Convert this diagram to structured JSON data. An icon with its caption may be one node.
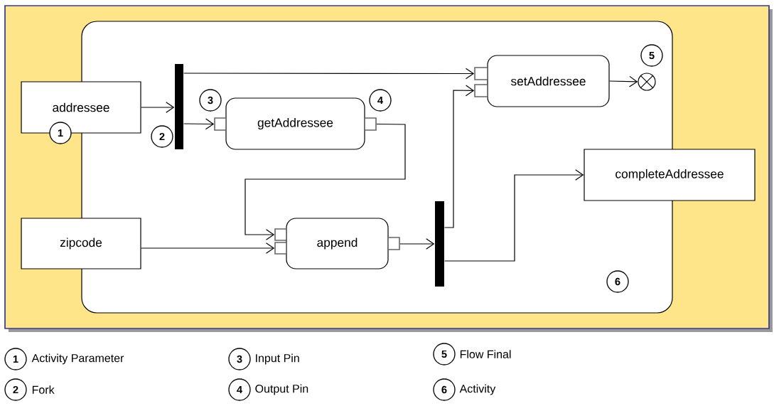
{
  "diagram": {
    "nodes": [
      {
        "text": [],
        "shape": "box"
      },
      {
        "text": [
          "addressee"
        ]
      },
      {
        "text": [
          "zipcode"
        ]
      },
      {
        "text": [
          "completeAddressee"
        ]
      },
      {
        "text": [],
        "shape": "bar",
        "in": 0
      },
      {
        "text": [
          "getAddressee"
        ],
        "in": 0
      },
      {
        "text": [],
        "shape": "box",
        "in": 0
      },
      {
        "text": [],
        "shape": "box",
        "in": 0
      },
      {
        "text": [
          "append"
        ],
        "in": 0
      },
      {
        "text": [],
        "shape": "box",
        "in": 0
      },
      {
        "text": [],
        "shape": "box",
        "in": 0
      },
      {
        "text": [],
        "shape": "box",
        "in": 0
      },
      {
        "text": [],
        "shape": "bar",
        "in": 0
      },
      {
        "text": [
          "setAddressee"
        ],
        "in": 0
      },
      {
        "text": [],
        "shape": "box",
        "in": 0
      },
      {
        "text": [],
        "shape": "box",
        "in": 0
      },
      {
        "text": [],
        "shape": "circle",
        "in": 0
      }
    ],
    "edges": [
      {
        "from": 1,
        "to": 4,
        "arrow": "to"
      },
      {
        "from": 4,
        "to": 6,
        "arrow": "to"
      },
      {
        "from": 4,
        "to": 14,
        "arrow": "to"
      },
      {
        "from": 7,
        "to": 9,
        "arrow": "to"
      },
      {
        "from": 2,
        "to": 10,
        "arrow": "to"
      },
      {
        "from": 11,
        "to": 12,
        "arrow": "to"
      },
      {
        "from": 12,
        "to": 15,
        "arrow": "to"
      },
      {
        "from": 12,
        "to": 3,
        "arrow": "to"
      },
      {
        "from": 13,
        "to": 16,
        "arrow": "to"
      }
    ],
    "labels": [
      "1",
      "2",
      "3",
      "4",
      "5",
      "6",
      "1",
      "3",
      "5",
      "2",
      "4",
      "6"
    ],
    "legend": [
      {
        "text": "Activity Parameter"
      },
      {
        "text": "Input Pin"
      },
      {
        "text": "Flow Final"
      },
      {
        "text": "Fork"
      },
      {
        "text": "Output Pin"
      },
      {
        "text": "Activity"
      }
    ]
  }
}
